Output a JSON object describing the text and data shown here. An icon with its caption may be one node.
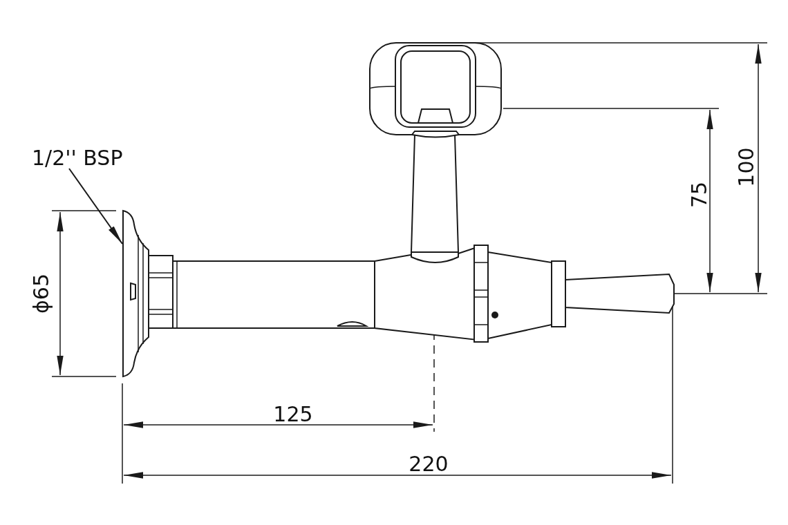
{
  "diagram": {
    "nodes": [
      {
        "text": [
          "1/2'' BSP"
        ]
      },
      {
        "text": [],
        "shape": "picture"
      }
    ],
    "edges": [
      {
        "from": 0,
        "to": 1,
        "arrow": "to"
      }
    ],
    "labels": [
      "ϕ65",
      "75",
      "100",
      "125",
      "220"
    ]
  }
}
